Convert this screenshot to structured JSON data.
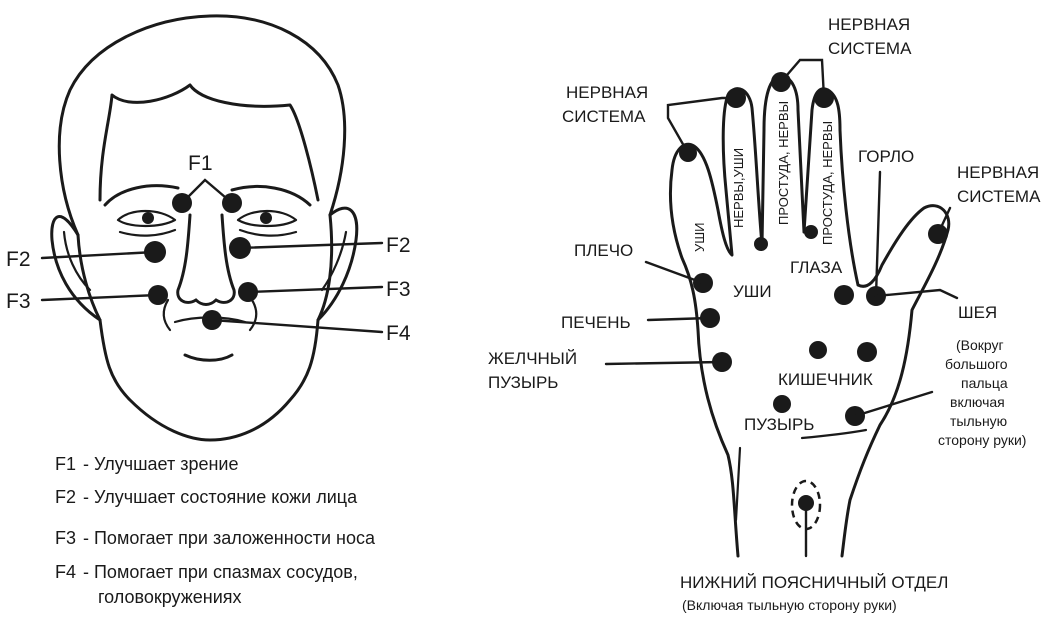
{
  "face": {
    "points": {
      "f1": "F1",
      "f2_left": "F2",
      "f2_right": "F2",
      "f3_left": "F3",
      "f3_right": "F3",
      "f4": "F4"
    },
    "legend": [
      {
        "code": "F1",
        "text": "- Улучшает зрение"
      },
      {
        "code": "F2",
        "text": "- Улучшает состояние кожи лица"
      },
      {
        "code": "F3",
        "text": "- Помогает при заложенности носа"
      },
      {
        "code": "F4",
        "text": "- Помогает при спазмах сосудов,"
      }
    ],
    "legend_continuation": "головокружениях"
  },
  "hand": {
    "labels": {
      "nerve_system_top_line1": "НЕРВНАЯ",
      "nerve_system_top_line2": "СИСТЕМА",
      "nerve_system_left_line1": "НЕРВНАЯ",
      "nerve_system_left_line2": "СИСТЕМА",
      "nerve_system_right_line1": "НЕРВНАЯ",
      "nerve_system_right_line2": "СИСТЕМА",
      "throat": "ГОРЛО",
      "shoulder": "ПЛЕЧО",
      "ears_palm": "УШИ",
      "eyes": "ГЛАЗА",
      "neck": "ШЕЯ",
      "liver": "ПЕЧЕНЬ",
      "gallbladder_line1": "ЖЕЛЧНЫЙ",
      "gallbladder_line2": "ПУЗЫРЬ",
      "intestine": "КИШЕЧНИК",
      "bladder": "ПУЗЫРЬ",
      "around_thumb_line1": "(Вокруг",
      "around_thumb_line2": "большого",
      "around_thumb_line3": "пальца",
      "around_thumb_line4": "включая",
      "around_thumb_line5": "тыльную",
      "around_thumb_line6": "сторону руки)",
      "little_finger": "УШИ",
      "ring_finger": "НЕРВЫ,УШИ",
      "middle_finger": "ПРОСТУДА, НЕРВЫ",
      "index_finger": "ПРОСТУДА, НЕРВЫ",
      "lumbar_line1": "НИЖНИЙ ПОЯСНИЧНЫЙ ОТДЕЛ",
      "lumbar_line2": "(Включая тыльную сторону руки)"
    }
  }
}
